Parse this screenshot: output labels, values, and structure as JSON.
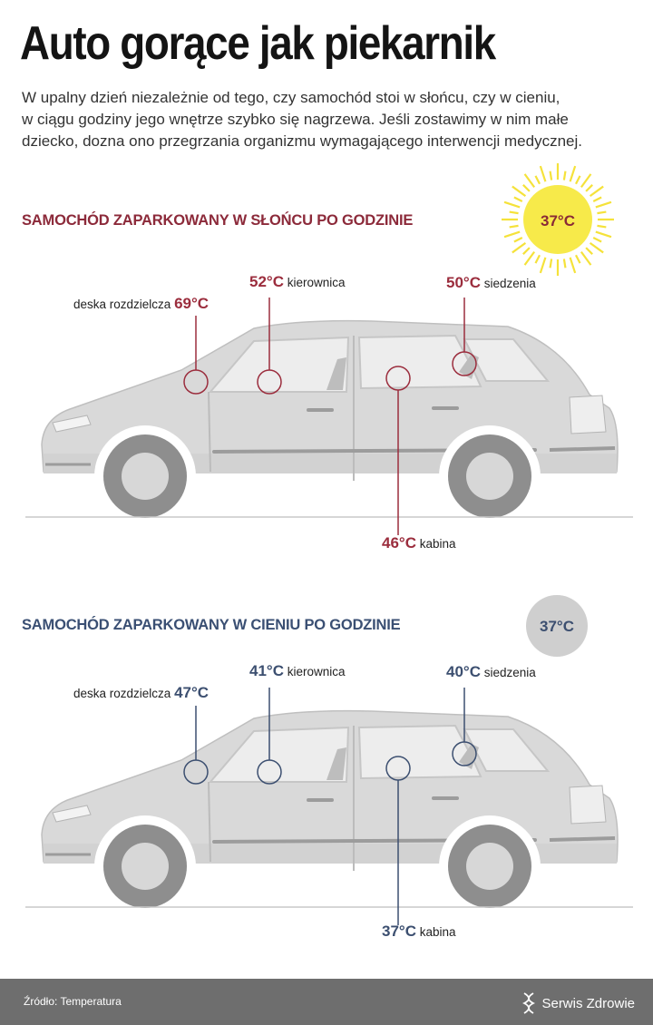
{
  "title": "Auto gorące jak piekarnik",
  "intro": [
    "W upalny dzień niezależnie od tego, czy samochód stoi w słońcu, czy w cieniu,",
    "w ciągu godziny jego wnętrze szybko się nagrzewa. Jeśli zostawimy w nim małe",
    "dziecko, dozna ono przegrzania organizmu wymagającego interwencji medycznej."
  ],
  "sun_section": {
    "heading": "SAMOCHÓD ZAPARKOWANY W SŁOŃCU PO GODZINIE",
    "outside_temp": "37°C",
    "dashboard": {
      "label": "deska rozdzielcza",
      "temp": "69°C"
    },
    "steering": {
      "label": "kierownica",
      "temp": "52°C"
    },
    "seats": {
      "label": "siedzenia",
      "temp": "50°C"
    },
    "cabin": {
      "label": "kabina",
      "temp": "46°C"
    }
  },
  "shade_section": {
    "heading": "SAMOCHÓD ZAPARKOWANY W CIENIU PO GODZINIE",
    "outside_temp": "37°C",
    "dashboard": {
      "label": "deska rozdzielcza",
      "temp": "47°C"
    },
    "steering": {
      "label": "kierownica",
      "temp": "41°C"
    },
    "seats": {
      "label": "siedzenia",
      "temp": "40°C"
    },
    "cabin": {
      "label": "kabina",
      "temp": "37°C"
    }
  },
  "footer": {
    "source": "Źródło: Temperatura",
    "brand": "Serwis Zdrowie"
  },
  "colors": {
    "sun_accent": "#9b2d3d",
    "shade_accent": "#3c4f70",
    "sun": "#f7ea4a",
    "shade_disc": "#cfcfcf",
    "car_body": "#d9d9d9",
    "footer": "#6e6e6e"
  }
}
